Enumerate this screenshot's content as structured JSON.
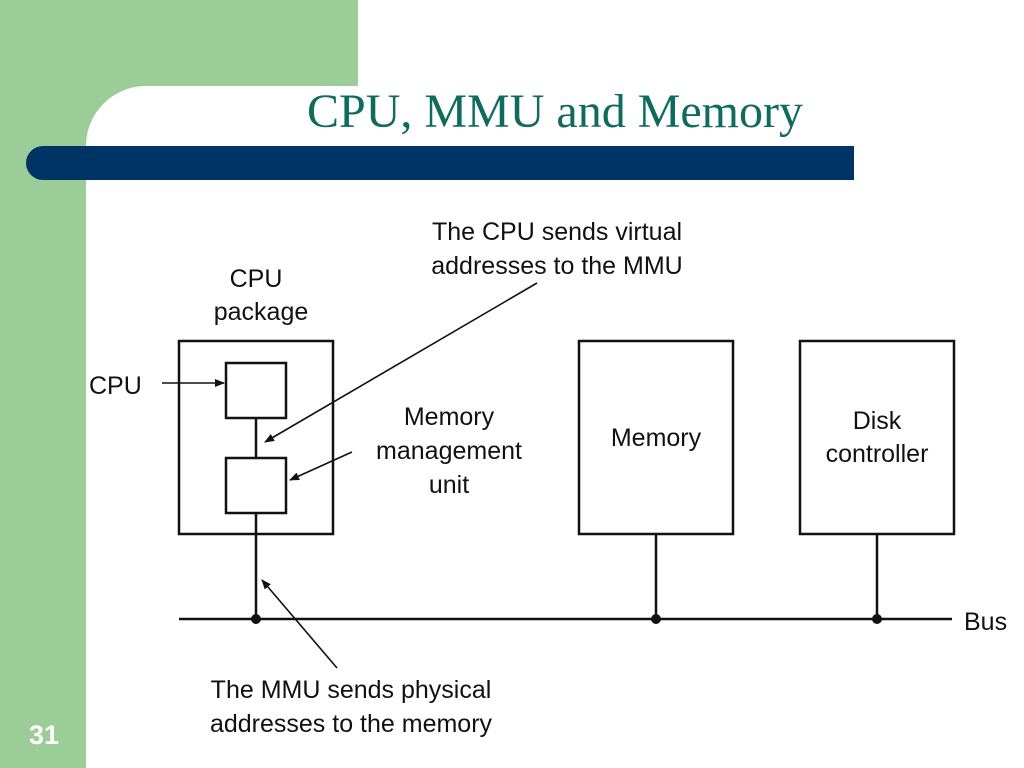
{
  "slide": {
    "title": "CPU, MMU and Memory",
    "number": "31"
  },
  "colors": {
    "accent_green": "#9ccd98",
    "title_bar": "#003366",
    "title_text": "#0e6b5e"
  },
  "diagram": {
    "package_label": [
      "CPU",
      "package"
    ],
    "cpu_label": "CPU",
    "mmu_label": [
      "Memory",
      "management",
      "unit"
    ],
    "memory_label": "Memory",
    "disk_label": [
      "Disk",
      "controller"
    ],
    "bus_label": "Bus",
    "virtual_note": [
      "The CPU sends virtual",
      "addresses to the MMU"
    ],
    "physical_note": [
      "The MMU sends physical",
      "addresses to the memory"
    ]
  }
}
